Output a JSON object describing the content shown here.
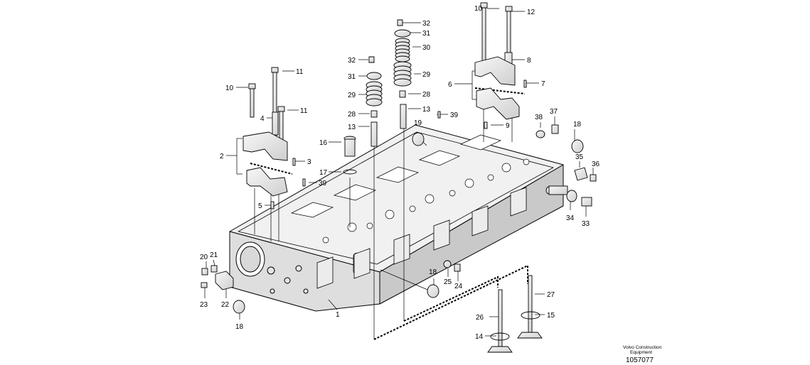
{
  "diagram": {
    "labels": [
      {
        "id": "p10a",
        "text": "10"
      },
      {
        "id": "p12",
        "text": "12"
      },
      {
        "id": "p8",
        "text": "8"
      },
      {
        "id": "p6",
        "text": "6"
      },
      {
        "id": "p7",
        "text": "7"
      },
      {
        "id": "p32a",
        "text": "32"
      },
      {
        "id": "p31a",
        "text": "31"
      },
      {
        "id": "p30",
        "text": "30"
      },
      {
        "id": "p29a",
        "text": "29"
      },
      {
        "id": "p28a",
        "text": "28"
      },
      {
        "id": "p13a",
        "text": "13"
      },
      {
        "id": "p39a",
        "text": "39"
      },
      {
        "id": "p9",
        "text": "9"
      },
      {
        "id": "p32b",
        "text": "32"
      },
      {
        "id": "p31b",
        "text": "31"
      },
      {
        "id": "p29b",
        "text": "29"
      },
      {
        "id": "p28b",
        "text": "28"
      },
      {
        "id": "p13b",
        "text": "13"
      },
      {
        "id": "p10b",
        "text": "10"
      },
      {
        "id": "p11a",
        "text": "11"
      },
      {
        "id": "p4",
        "text": "4"
      },
      {
        "id": "p11b",
        "text": "11"
      },
      {
        "id": "p2",
        "text": "2"
      },
      {
        "id": "p3",
        "text": "3"
      },
      {
        "id": "p39b",
        "text": "39"
      },
      {
        "id": "p5",
        "text": "5"
      },
      {
        "id": "p16",
        "text": "16"
      },
      {
        "id": "p17",
        "text": "17"
      },
      {
        "id": "p19",
        "text": "19"
      },
      {
        "id": "p38",
        "text": "38"
      },
      {
        "id": "p37",
        "text": "37"
      },
      {
        "id": "p18a",
        "text": "18"
      },
      {
        "id": "p35",
        "text": "35"
      },
      {
        "id": "p36",
        "text": "36"
      },
      {
        "id": "p34",
        "text": "34"
      },
      {
        "id": "p33",
        "text": "33"
      },
      {
        "id": "p20",
        "text": "20"
      },
      {
        "id": "p21",
        "text": "21"
      },
      {
        "id": "p23",
        "text": "23"
      },
      {
        "id": "p22",
        "text": "22"
      },
      {
        "id": "p18b",
        "text": "18"
      },
      {
        "id": "p1",
        "text": "1"
      },
      {
        "id": "p18c",
        "text": "18"
      },
      {
        "id": "p25",
        "text": "25"
      },
      {
        "id": "p24",
        "text": "24"
      },
      {
        "id": "p27",
        "text": "27"
      },
      {
        "id": "p26",
        "text": "26"
      },
      {
        "id": "p15",
        "text": "15"
      },
      {
        "id": "p14",
        "text": "14"
      }
    ]
  },
  "footer": {
    "brand_line1": "Volvo Construction",
    "brand_line2": "Equipment",
    "drawing_number": "1057077"
  }
}
